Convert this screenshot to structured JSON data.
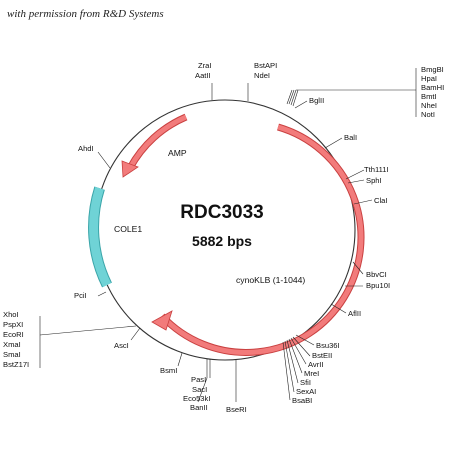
{
  "credit": "with permission from R&D Systems",
  "plasmid": {
    "name": "RDC3033",
    "size": "5882 bps"
  },
  "features": {
    "cyno": "cynoKLB (1-1044)",
    "amp": "AMP",
    "cole1": "COLE1"
  },
  "sites": {
    "zral": "ZraI",
    "aatii": "AatII",
    "bstapi": "BstAPI",
    "ndei": "NdeI",
    "bmgbi": "BmgBI",
    "hpai": "HpaI",
    "bamhi": "BamHI",
    "bmti": "BmtI",
    "nhei": "NheI",
    "noti": "NotI",
    "bglii": "BglII",
    "bali": "BalI",
    "tth111i": "Tth111I",
    "sphi": "SphI",
    "clai": "ClaI",
    "bbvci": "BbvCI",
    "bpu10i": "Bpu10I",
    "aflii": "AflII",
    "bsu36i": "Bsu36I",
    "bsteii": "BstEII",
    "avrii": "AvrII",
    "mrei": "MreI",
    "sfii": "SfiI",
    "sexai": "SexAI",
    "bsabi": "BsaBI",
    "bseri": "BseRI",
    "pasi": "PasI",
    "saci": "SacI",
    "eco53ki": "Eco53kI",
    "banii": "BanII",
    "bsmi": "BsmI",
    "asci": "AscI",
    "xhoi": "XhoI",
    "pspxi": "PspXI",
    "ecori": "EcoRI",
    "xmai": "XmaI",
    "smai": "SmaI",
    "bstz17i": "BstZ17I",
    "pcii": "PciI",
    "ahdi": "AhdI"
  },
  "colors": {
    "insert": "#f27b7b",
    "insert_stroke": "#c94040",
    "origin": "#6fd3d6",
    "origin_stroke": "#3aa5a9",
    "backbone": "#333333"
  }
}
